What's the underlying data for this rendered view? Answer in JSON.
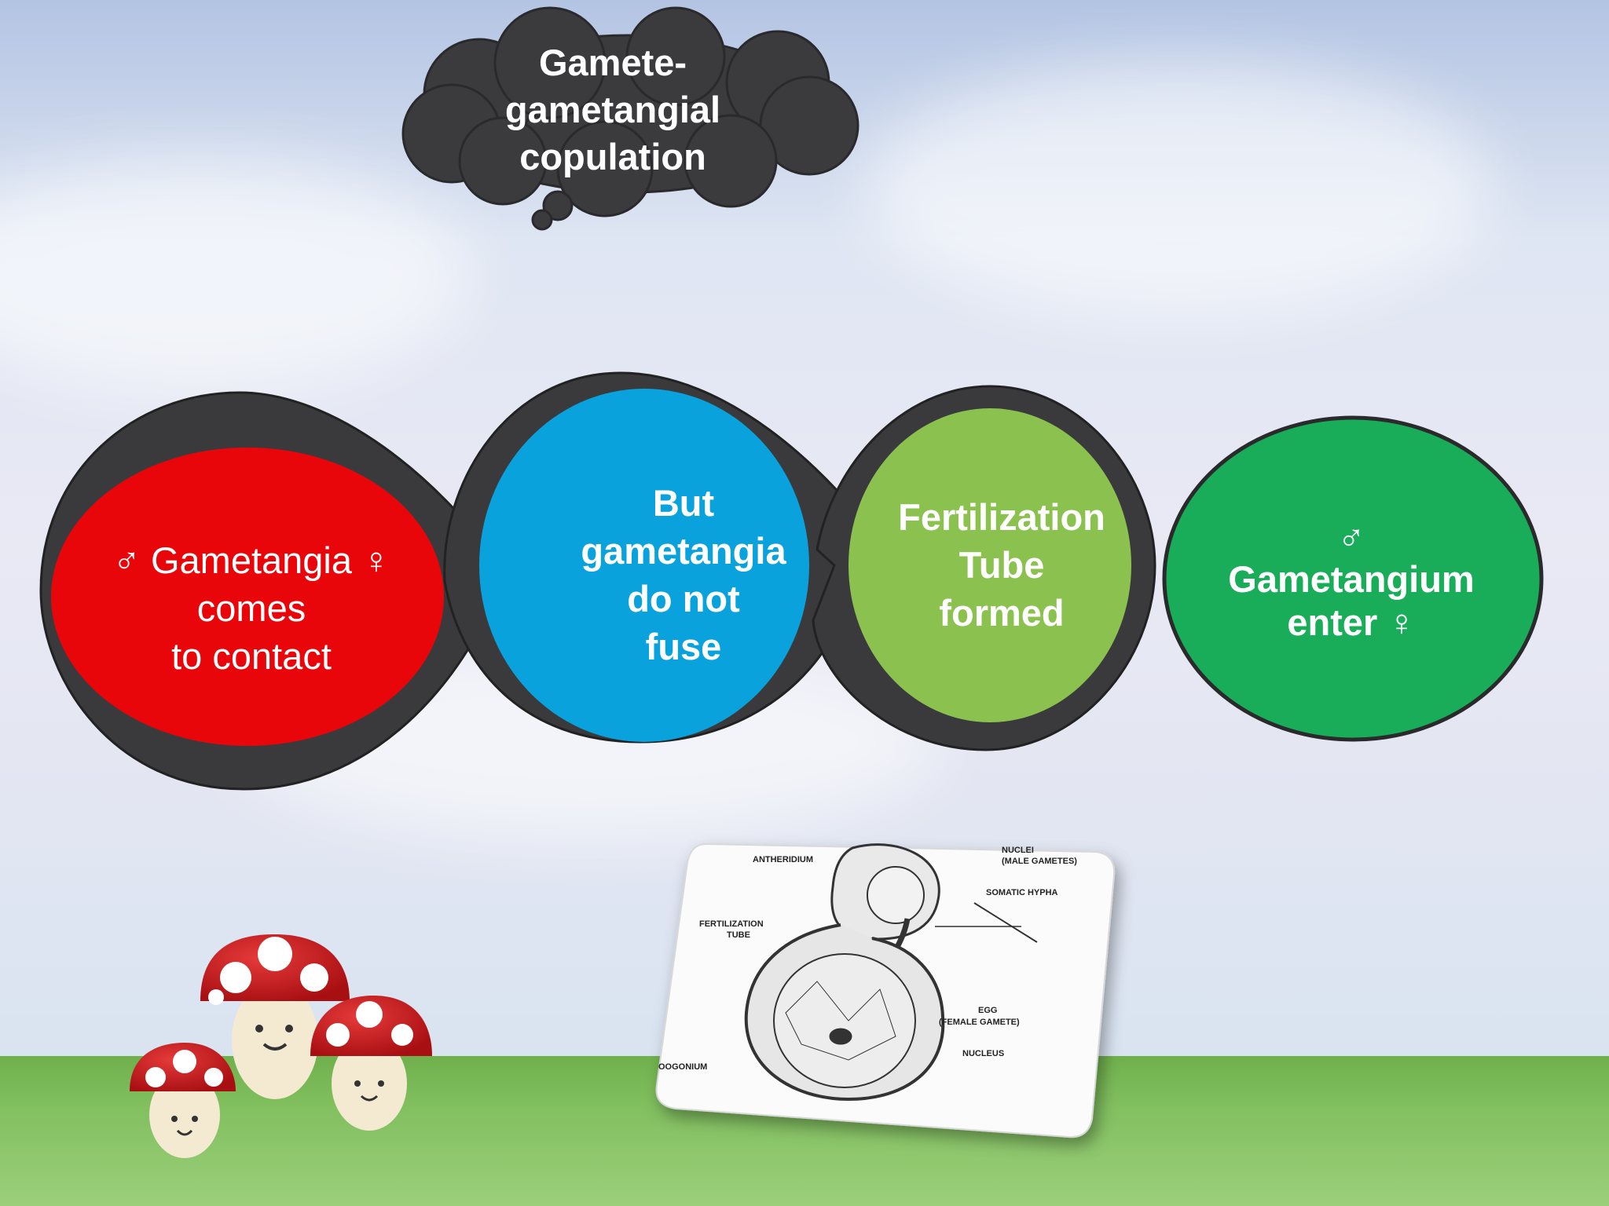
{
  "title": {
    "lines": [
      "Gamete-",
      "gametangial",
      "copulation"
    ]
  },
  "steps": [
    {
      "lines": [
        "♂ Gametangia ♀",
        "comes",
        "to contact"
      ],
      "color": "#e8060b"
    },
    {
      "lines": [
        "But",
        "gametangia",
        "do not",
        "fuse"
      ],
      "color": "#0aa2dc"
    },
    {
      "lines": [
        "Fertilization",
        "Tube",
        "formed"
      ],
      "color": "#8bc14f"
    },
    {
      "lines": [
        "♂",
        "Gametangium",
        "enter ♀"
      ],
      "color": "#19ad5a"
    }
  ],
  "ring_color": "#3a3a3d",
  "illustration": {
    "labels": {
      "antheridium": "ANTHERIDIUM",
      "nuclei": "NUCLEI",
      "male_gametes": "(MALE GAMETES)",
      "somatic_hypha": "SOMATIC HYPHA",
      "fertilization": "FERTILIZATION",
      "tube": "TUBE",
      "egg": "EGG",
      "female_gamete": "(FEMALE GAMETE)",
      "nucleus": "NUCLEUS",
      "oogonium": "OOGONIUM"
    }
  }
}
